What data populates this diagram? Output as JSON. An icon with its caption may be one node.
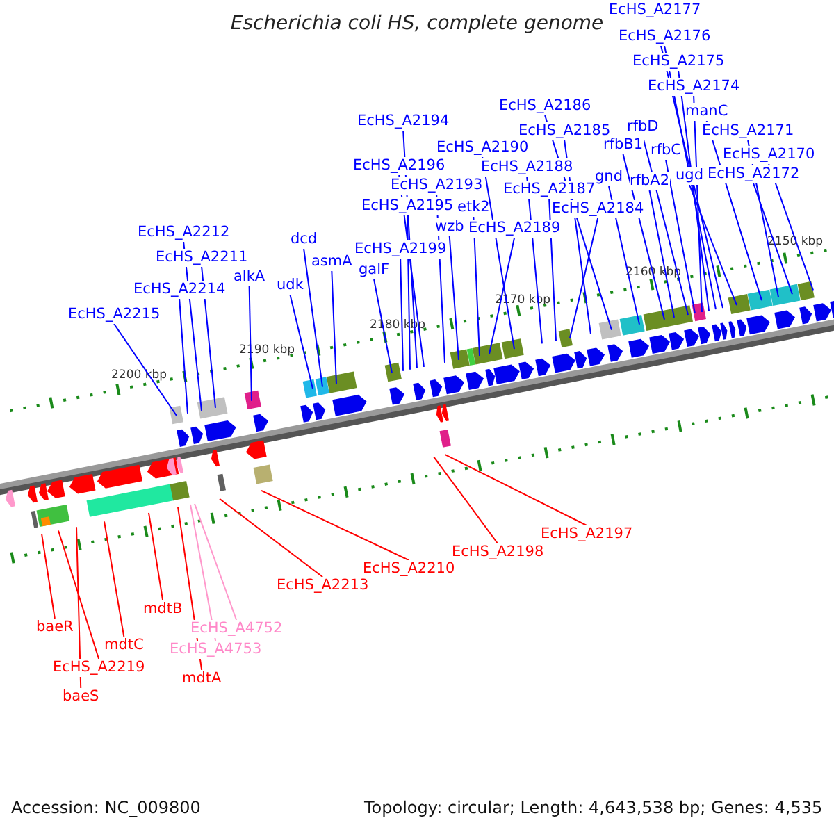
{
  "diagram": {
    "title": "Escherichia coli HS, complete genome",
    "nodes": [
      {
        "text": [
          "EcHS_A2177"
        ]
      },
      {
        "text": [
          "EcHS_A2176"
        ]
      },
      {
        "text": [
          "EcHS_A2175"
        ]
      },
      {
        "text": [
          "EcHS_A2174"
        ]
      },
      {
        "text": [
          "EcHS_A2186"
        ]
      },
      {
        "text": [
          "manC"
        ]
      },
      {
        "text": [
          "EcHS_A2194"
        ]
      },
      {
        "text": [
          "EcHS_A2185"
        ]
      },
      {
        "text": [
          "rfbD"
        ]
      },
      {
        "text": [
          "EcHS_A2171"
        ]
      },
      {
        "text": [
          "rfbB1"
        ]
      },
      {
        "text": [
          "EcHS_A2190"
        ]
      },
      {
        "text": [
          "rfbC"
        ]
      },
      {
        "text": [
          "EcHS_A2170"
        ]
      },
      {
        "text": [
          "EcHS_A2196"
        ]
      },
      {
        "text": [
          "EcHS_A2188"
        ]
      },
      {
        "text": [
          "gnd"
        ]
      },
      {
        "text": [
          "rfbA2"
        ]
      },
      {
        "text": [
          "ugd"
        ]
      },
      {
        "text": [
          "EcHS_A2172"
        ]
      },
      {
        "text": [
          "EcHS_A2193"
        ]
      },
      {
        "text": [
          "EcHS_A2187"
        ]
      },
      {
        "text": [
          "EcHS_A2195"
        ]
      },
      {
        "text": [
          "etk2"
        ]
      },
      {
        "text": [
          "EcHS_A2184"
        ]
      },
      {
        "text": [
          "wzb"
        ]
      },
      {
        "text": [
          "EcHS_A2189"
        ]
      },
      {
        "text": [
          "EcHS_A2212"
        ]
      },
      {
        "text": [
          "dcd"
        ]
      },
      {
        "text": [
          "EcHS_A2199"
        ]
      },
      {
        "text": [
          "EcHS_A2211"
        ]
      },
      {
        "text": [
          "asmA"
        ]
      },
      {
        "text": [
          "galF"
        ]
      },
      {
        "text": [
          "alkA"
        ]
      },
      {
        "text": [
          "udk"
        ]
      },
      {
        "text": [
          "EcHS_A2214"
        ]
      },
      {
        "text": [
          "EcHS_A2215"
        ]
      },
      {
        "text": [
          "EcHS_A2197"
        ]
      },
      {
        "text": [
          "EcHS_A2198"
        ]
      },
      {
        "text": [
          "EcHS_A2210"
        ]
      },
      {
        "text": [
          "EcHS_A2213"
        ]
      },
      {
        "text": [
          "baeR"
        ]
      },
      {
        "text": [
          "EcHS_A4752"
        ]
      },
      {
        "text": [
          "mdtB"
        ]
      },
      {
        "text": [
          "mdtC"
        ]
      },
      {
        "text": [
          "EcHS_A4753"
        ]
      },
      {
        "text": [
          "EcHS_A2219"
        ]
      },
      {
        "text": [
          "mdtA"
        ]
      },
      {
        "text": [
          "baeS"
        ]
      }
    ],
    "edges": [
      {
        "from": 0,
        "to": null,
        "arrow": "none"
      },
      {
        "from": 1,
        "to": null,
        "arrow": "none"
      },
      {
        "from": 2,
        "to": null,
        "arrow": "none"
      },
      {
        "from": 3,
        "to": null,
        "arrow": "none"
      },
      {
        "from": 4,
        "to": null,
        "arrow": "none"
      },
      {
        "from": 5,
        "to": null,
        "arrow": "none"
      },
      {
        "from": 6,
        "to": null,
        "arrow": "none"
      },
      {
        "from": 7,
        "to": null,
        "arrow": "none"
      },
      {
        "from": 8,
        "to": null,
        "arrow": "none"
      },
      {
        "from": 9,
        "to": null,
        "arrow": "none"
      },
      {
        "from": 10,
        "to": null,
        "arrow": "none"
      },
      {
        "from": 11,
        "to": null,
        "arrow": "none"
      },
      {
        "from": 12,
        "to": null,
        "arrow": "none"
      },
      {
        "from": 13,
        "to": null,
        "arrow": "none"
      },
      {
        "from": 14,
        "to": null,
        "arrow": "none"
      },
      {
        "from": 15,
        "to": null,
        "arrow": "none"
      },
      {
        "from": 16,
        "to": null,
        "arrow": "none"
      },
      {
        "from": 17,
        "to": null,
        "arrow": "none"
      },
      {
        "from": 18,
        "to": null,
        "arrow": "none"
      },
      {
        "from": 19,
        "to": null,
        "arrow": "none"
      },
      {
        "from": 20,
        "to": null,
        "arrow": "none"
      },
      {
        "from": 21,
        "to": null,
        "arrow": "none"
      },
      {
        "from": 22,
        "to": null,
        "arrow": "none"
      },
      {
        "from": 23,
        "to": null,
        "arrow": "none"
      },
      {
        "from": 24,
        "to": null,
        "arrow": "none"
      },
      {
        "from": 25,
        "to": null,
        "arrow": "none"
      },
      {
        "from": 26,
        "to": null,
        "arrow": "none"
      },
      {
        "from": 27,
        "to": null,
        "arrow": "none"
      },
      {
        "from": 28,
        "to": null,
        "arrow": "none"
      },
      {
        "from": 29,
        "to": null,
        "arrow": "none"
      },
      {
        "from": 30,
        "to": null,
        "arrow": "none"
      },
      {
        "from": 31,
        "to": null,
        "arrow": "none"
      },
      {
        "from": 32,
        "to": null,
        "arrow": "none"
      },
      {
        "from": 33,
        "to": null,
        "arrow": "none"
      },
      {
        "from": 34,
        "to": null,
        "arrow": "none"
      },
      {
        "from": 35,
        "to": null,
        "arrow": "none"
      },
      {
        "from": 36,
        "to": null,
        "arrow": "none"
      },
      {
        "from": 37,
        "to": null,
        "arrow": "none",
        "color": "#ff0000"
      },
      {
        "from": 38,
        "to": null,
        "arrow": "none",
        "color": "#ff0000"
      },
      {
        "from": 39,
        "to": null,
        "arrow": "none",
        "color": "#ff0000"
      },
      {
        "from": 40,
        "to": null,
        "arrow": "none",
        "color": "#ff0000"
      },
      {
        "from": 41,
        "to": null,
        "arrow": "none",
        "color": "#ff0000"
      },
      {
        "from": 42,
        "to": null,
        "arrow": "none",
        "color": "#ff99cc"
      },
      {
        "from": 43,
        "to": null,
        "arrow": "none",
        "color": "#ff0000"
      },
      {
        "from": 44,
        "to": null,
        "arrow": "none",
        "color": "#ff0000"
      },
      {
        "from": 45,
        "to": null,
        "arrow": "none",
        "color": "#ff99cc"
      },
      {
        "from": 46,
        "to": null,
        "arrow": "none",
        "color": "#ff0000"
      },
      {
        "from": 47,
        "to": null,
        "arrow": "none",
        "color": "#ff0000"
      },
      {
        "from": 48,
        "to": null,
        "arrow": "none",
        "color": "#ff0000"
      }
    ],
    "labels": [
      "2150 kbp",
      "2160 kbp",
      "2170 kbp",
      "2180 kbp",
      "2190 kbp",
      "2200 kbp",
      "Accession: NC_009800",
      "Topology: circular; Length: 4,643,538 bp; Genes: 4,535"
    ]
  }
}
